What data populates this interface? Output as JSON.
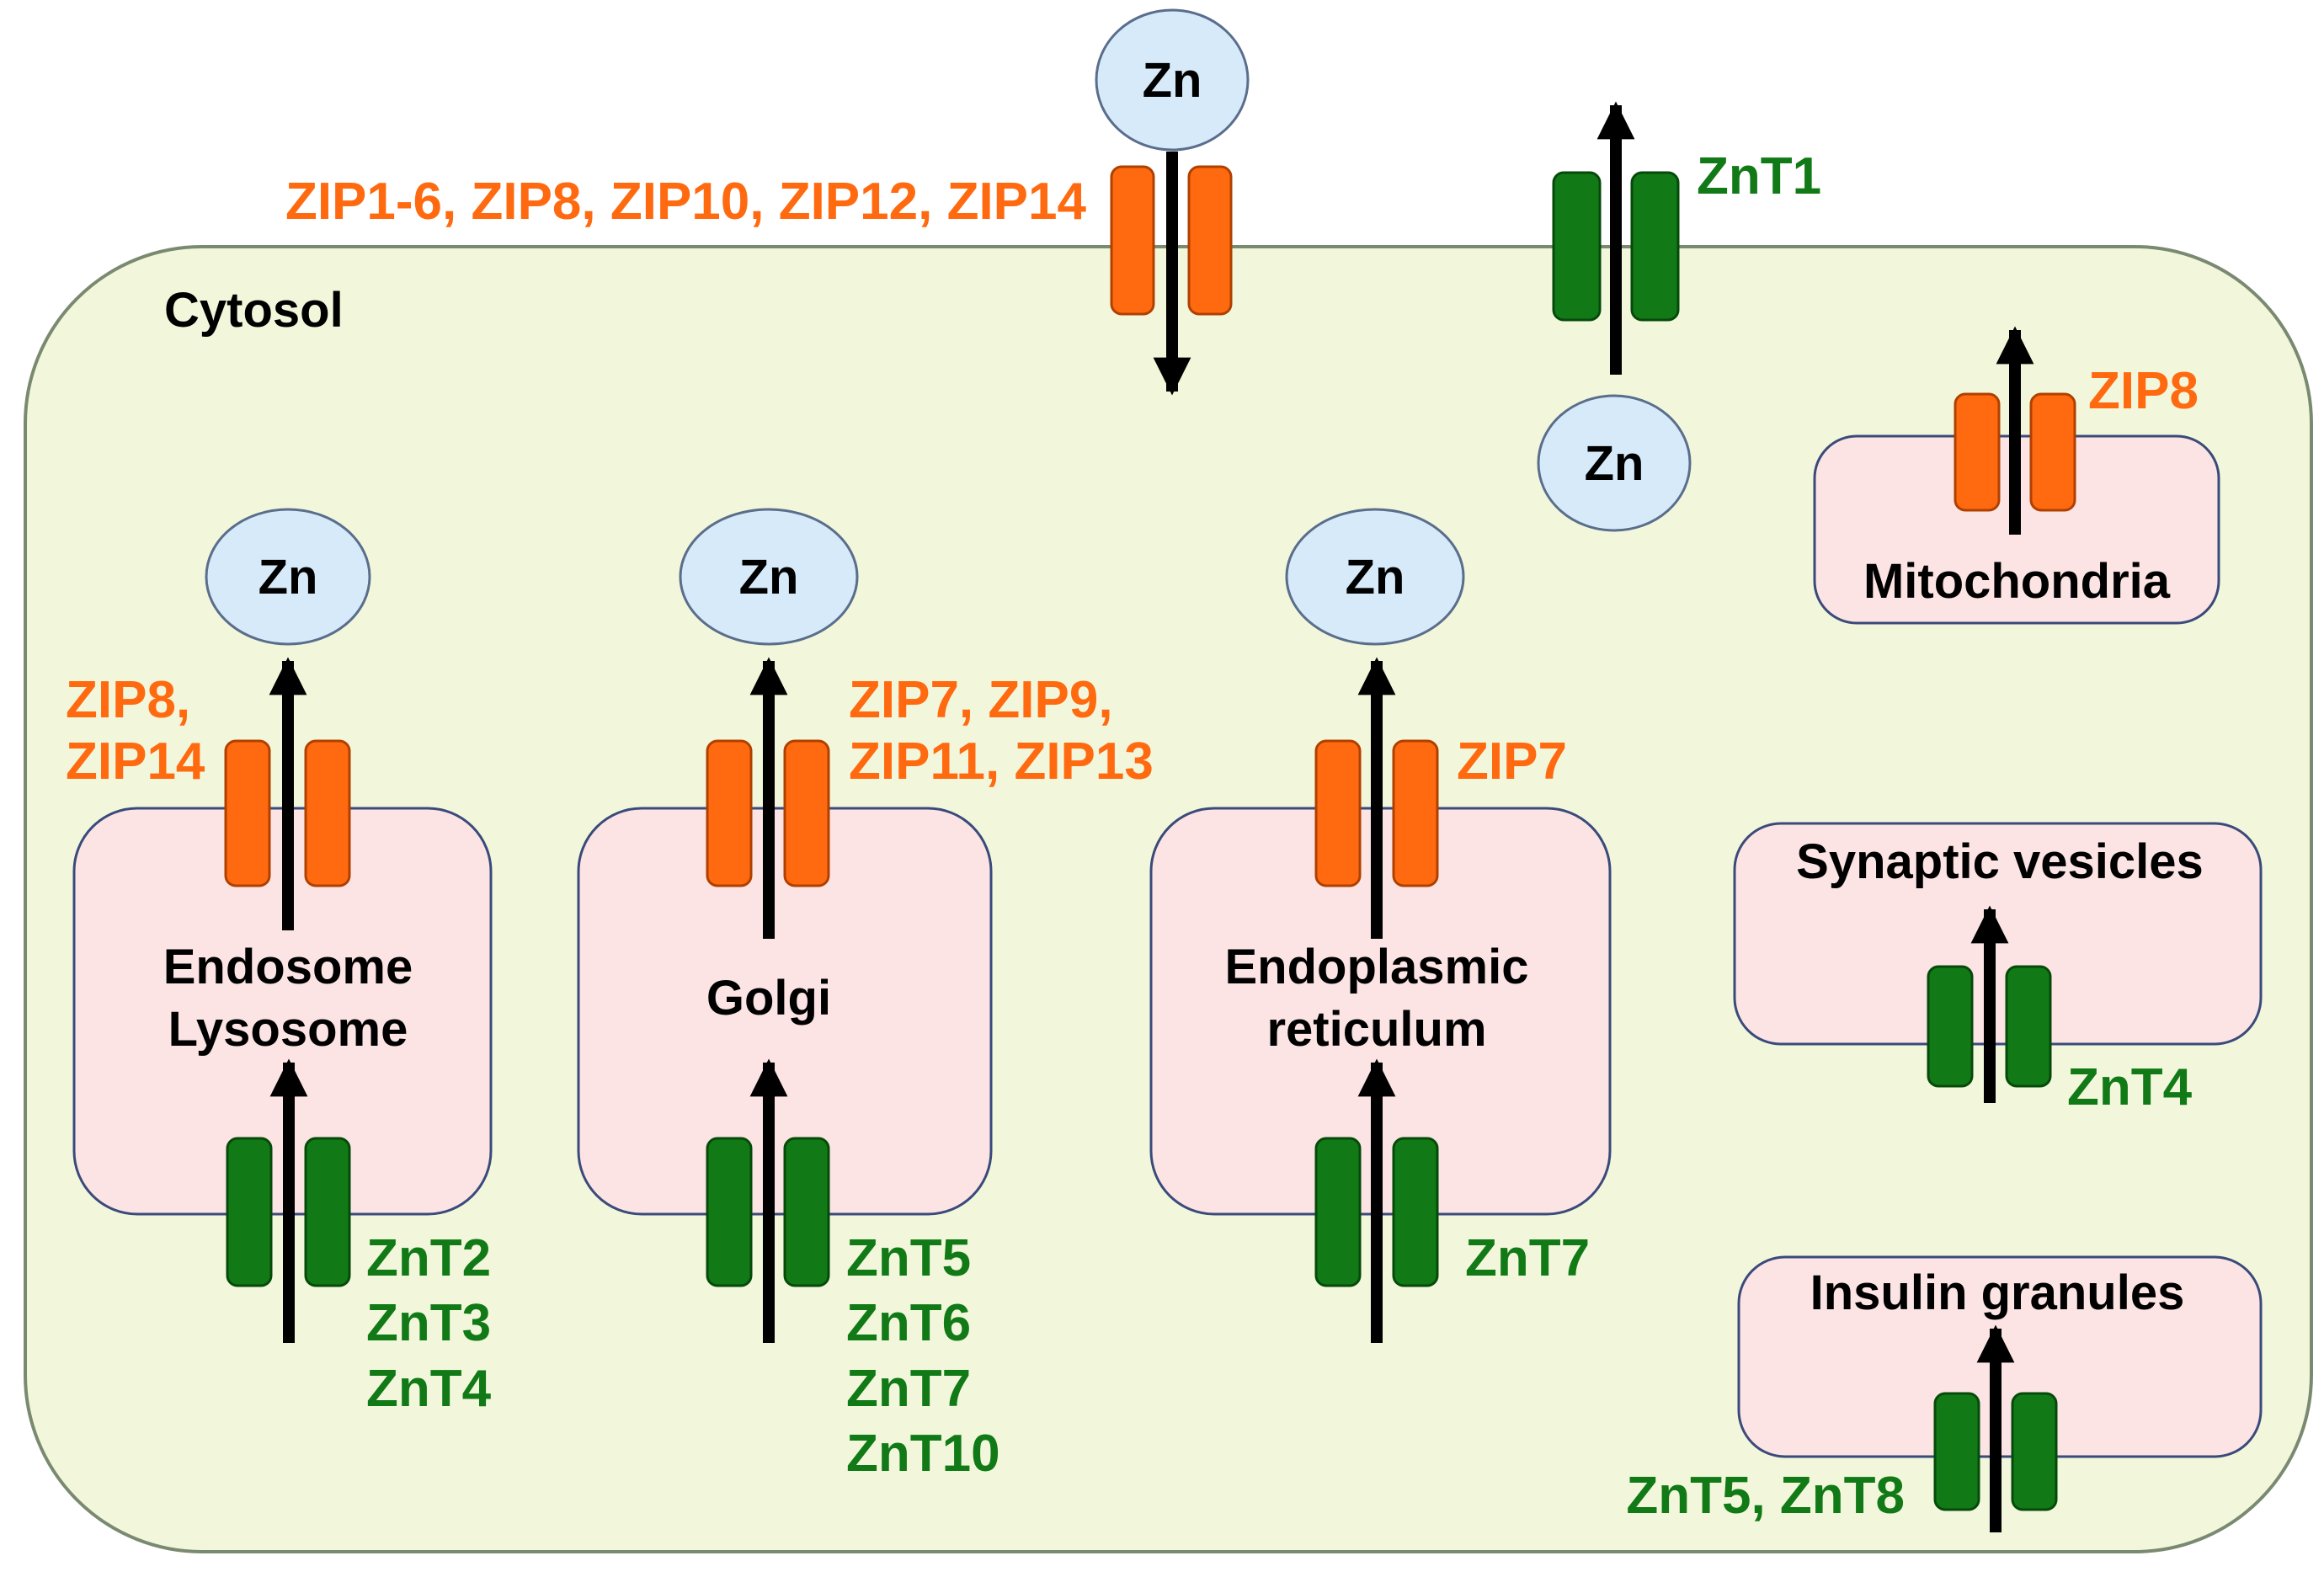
{
  "colors": {
    "cytosol_fill": "#f2f7dc",
    "organelle_fill": "#fce4e4",
    "zn_fill": "#d7eafa",
    "zip_transporter": "#ff6a10",
    "znt_transporter": "#117a17",
    "arrow": "#000000"
  },
  "cytosol_label": "Cytosol",
  "zn_label": "Zn",
  "plasma_membrane": {
    "zip_label": "ZIP1-6, ZIP8, ZIP10, ZIP12, ZIP14",
    "znt_label": "ZnT1"
  },
  "endosome": {
    "name_line1": "Endosome",
    "name_line2": "Lysosome",
    "zip_line1": "ZIP8,",
    "zip_line2": "ZIP14",
    "znt_lines": [
      "ZnT2",
      "ZnT3",
      "ZnT4"
    ]
  },
  "golgi": {
    "name": "Golgi",
    "zip_line1": "ZIP7, ZIP9,",
    "zip_line2": "ZIP11, ZIP13",
    "znt_lines": [
      "ZnT5",
      "ZnT6",
      "ZnT7",
      "ZnT10"
    ]
  },
  "er": {
    "name_line1": "Endoplasmic",
    "name_line2": "reticulum",
    "zip_label": "ZIP7",
    "znt_label": "ZnT7"
  },
  "mitochondria": {
    "name": "Mitochondria",
    "zip_label": "ZIP8"
  },
  "synaptic_vesicles": {
    "name": "Synaptic vesicles",
    "znt_label": "ZnT4"
  },
  "insulin_granules": {
    "name": "Insulin granules",
    "znt_label": "ZnT5, ZnT8"
  }
}
